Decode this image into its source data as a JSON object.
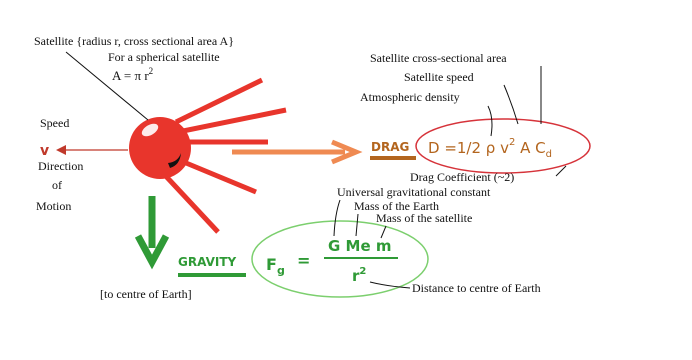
{
  "satellite": {
    "line1": "Satellite {radius r, cross sectional area A}",
    "line2": "For a spherical satellite",
    "area_formula": "A = π r",
    "area_exponent": "2"
  },
  "speed_block": {
    "speed_label": "Speed",
    "speed_symbol": "v",
    "direction_line1": "Direction",
    "direction_line2": "of",
    "direction_line3": "Motion"
  },
  "drag_block": {
    "drag_label": "DRAG",
    "formula_prefix": "D =1/2 ρ v",
    "formula_exponent": "2",
    "formula_ac": " A C",
    "formula_subscript": "d",
    "annotation_area": "Satellite cross-sectional area",
    "annotation_speed": "Satellite speed",
    "annotation_density": "Atmospheric density",
    "annotation_coefficient": "Drag Coefficient (~2)"
  },
  "gravity_block": {
    "gravity_label": "GRAVITY",
    "direction_note": "[to centre of Earth]",
    "formula_f": "F",
    "formula_f_subscript": "g",
    "formula_equals": "=",
    "numerator": "G Me m",
    "denominator": "r",
    "denominator_exponent": "2",
    "annotation_g": "Universal gravitational constant",
    "annotation_me": "Mass of the Earth",
    "annotation_m": "Mass of the satellite",
    "annotation_distance": "Distance to centre of Earth"
  },
  "colors": {
    "satellite_red": "#e8352c",
    "drag_brown": "#b3651e",
    "drag_orange_arrow": "#ef8a52",
    "gravity_green": "#2f9a36",
    "ellipse_red": "#d6333a",
    "ellipse_green": "#7ccf6e",
    "motion_arrow_red": "#c0392b",
    "text": "#111111"
  }
}
